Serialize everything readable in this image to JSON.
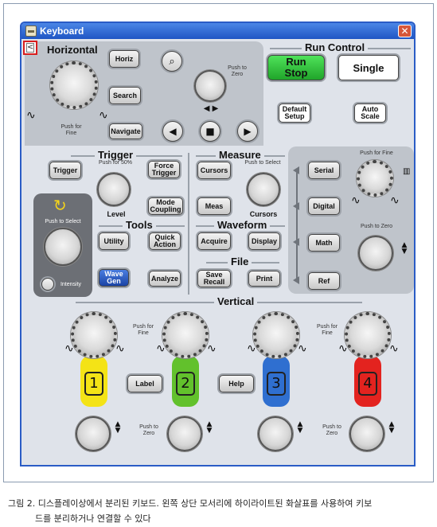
{
  "window": {
    "title": "Keyboard",
    "close_glyph": "✕",
    "detach_glyph": "<"
  },
  "horizontal": {
    "title": "Horizontal",
    "horiz_label": "Horiz",
    "search_label": "Search",
    "zoom_icon": "magnifier-icon",
    "push_for_fine": "Push for\nFine",
    "push_to_zero": "Push to\nZero",
    "navigate_label": "Navigate",
    "prev_glyph": "◀",
    "stop_glyph": "■",
    "next_glyph": "▶"
  },
  "run_control": {
    "title": "Run Control",
    "run_stop_label": "Run\nStop",
    "single_label": "Single",
    "default_setup_label": "Default\nSetup",
    "auto_scale_label": "Auto\nScale"
  },
  "trigger": {
    "title": "Trigger",
    "trigger_label": "Trigger",
    "push_for_50": "Push for 50%",
    "force_trigger_label": "Force\nTrigger",
    "level_label": "Level",
    "mode_coupling_label": "Mode\nCoupling"
  },
  "measure": {
    "title": "Measure",
    "cursors_button_label": "Cursors",
    "push_to_select": "Push to Select",
    "meas_label": "Meas",
    "cursors_knob_label": "Cursors"
  },
  "entry": {
    "push_to_select": "Push to Select",
    "intensity_label": "Intensity"
  },
  "tools": {
    "title": "Tools",
    "utility_label": "Utility",
    "quick_action_label": "Quick\nAction",
    "wave_gen_label": "Wave\nGen",
    "analyze_label": "Analyze"
  },
  "waveform": {
    "title": "Waveform",
    "acquire_label": "Acquire",
    "display_label": "Display"
  },
  "file": {
    "title": "File",
    "save_recall_label": "Save\nRecall",
    "print_label": "Print"
  },
  "side_panel": {
    "push_for_fine": "Push for Fine",
    "push_to_zero": "Push to Zero",
    "serial_label": "Serial",
    "digital_label": "Digital",
    "math_label": "Math",
    "ref_label": "Ref"
  },
  "vertical": {
    "title": "Vertical",
    "push_for_fine": "Push for\nFine",
    "push_to_zero": "Push to\nZero",
    "label_button": "Label",
    "help_button": "Help",
    "channels": [
      {
        "number": "1",
        "color": "#f4e316"
      },
      {
        "number": "2",
        "color": "#62c12c"
      },
      {
        "number": "3",
        "color": "#2f6fd0"
      },
      {
        "number": "4",
        "color": "#e3231f"
      }
    ]
  },
  "caption": {
    "line1": "그림 2. 디스플레이상에서 분리된 키보드. 왼쪽 상단 모서리에 하이라이트된 화살표를 사용하여 키보",
    "line2": "드를 분리하거나 연결할 수 있다"
  },
  "colors": {
    "title_bar": "#1f55c4",
    "highlight_box": "#d81e1e",
    "run_stop": "#20a52a",
    "wave_gen": "#1b44a6"
  }
}
